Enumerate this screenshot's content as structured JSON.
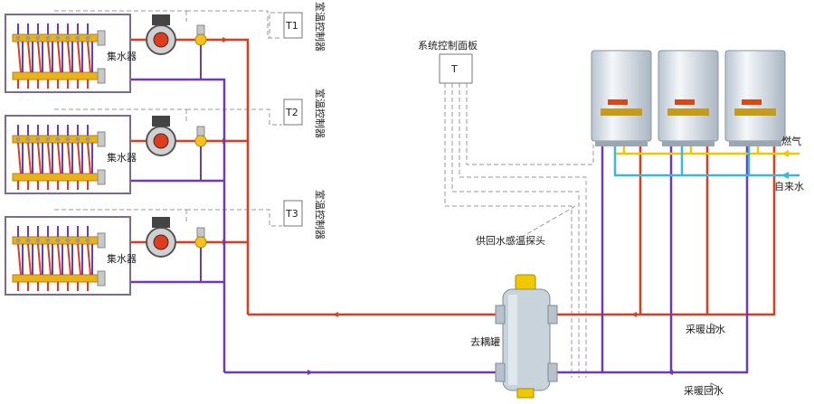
{
  "labels": {
    "manifold": "集水器",
    "room_controller": "室温控制器",
    "t1": "T1",
    "t2": "T2",
    "t3": "T3",
    "system_panel": "系统控制面板",
    "system_panel_t": "T",
    "sensor": "供回水感温探头",
    "separator": "去耦罐",
    "gas": "燃气",
    "tap_water": "自来水",
    "heating_out": "采暖出水",
    "heating_return": "采暖回水"
  },
  "colors": {
    "supply": "#e23a1c",
    "return": "#6a3bc2",
    "gas": "#f0c800",
    "water": "#3ab6e0",
    "control": "#999999"
  },
  "icons": {
    "pump": "circulation-pump-icon",
    "boiler": "wall-hung-boiler-icon",
    "separator": "hydraulic-separator-icon",
    "valve": "valve-icon"
  }
}
